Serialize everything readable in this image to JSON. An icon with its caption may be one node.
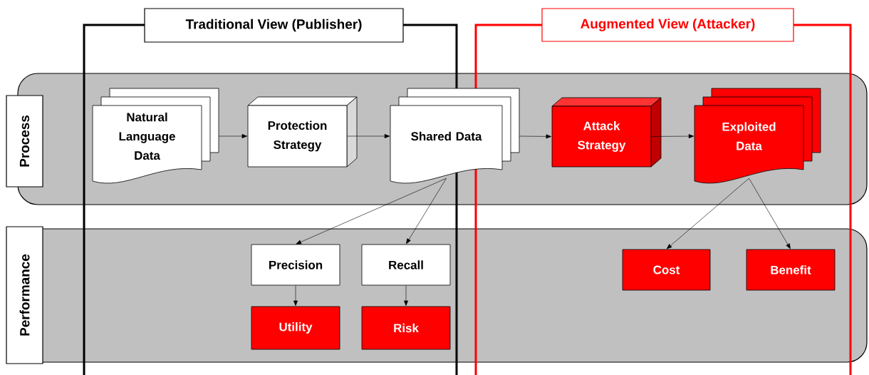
{
  "diagram": {
    "nodes": [
      {
        "text": [
          "Traditional View (Publisher)"
        ]
      },
      {
        "text": [
          "Augmented View (Attacker)"
        ]
      },
      {
        "text": [
          "Process"
        ]
      },
      {
        "text": [
          "Natural Language Data"
        ]
      },
      {
        "text": [
          "Protection Strategy"
        ]
      },
      {
        "text": [
          "Shared Data"
        ]
      },
      {
        "text": [
          "Attack Strategy"
        ]
      },
      {
        "text": [
          "Exploited Data"
        ]
      },
      {
        "text": [
          "Performance"
        ]
      },
      {
        "text": [
          "Precision"
        ]
      },
      {
        "text": [
          "Recall"
        ]
      },
      {
        "text": [
          "Utility"
        ]
      },
      {
        "text": [
          "Risk"
        ]
      },
      {
        "text": [
          "Cost"
        ]
      },
      {
        "text": [
          "Benefit"
        ]
      }
    ],
    "edges": [
      {
        "from": 3,
        "to": 4,
        "arrow": "to"
      },
      {
        "from": 4,
        "to": 5,
        "arrow": "to"
      },
      {
        "from": 5,
        "to": 6,
        "arrow": "to"
      },
      {
        "from": 6,
        "to": 7,
        "arrow": "to"
      },
      {
        "from": 5,
        "to": 9,
        "arrow": "to"
      },
      {
        "from": 5,
        "to": 10,
        "arrow": "to"
      },
      {
        "from": 9,
        "to": 11,
        "arrow": "to"
      },
      {
        "from": 10,
        "to": 12,
        "arrow": "to"
      },
      {
        "from": 7,
        "to": 13,
        "arrow": "to"
      },
      {
        "from": 7,
        "to": 14,
        "arrow": "to"
      }
    ]
  }
}
